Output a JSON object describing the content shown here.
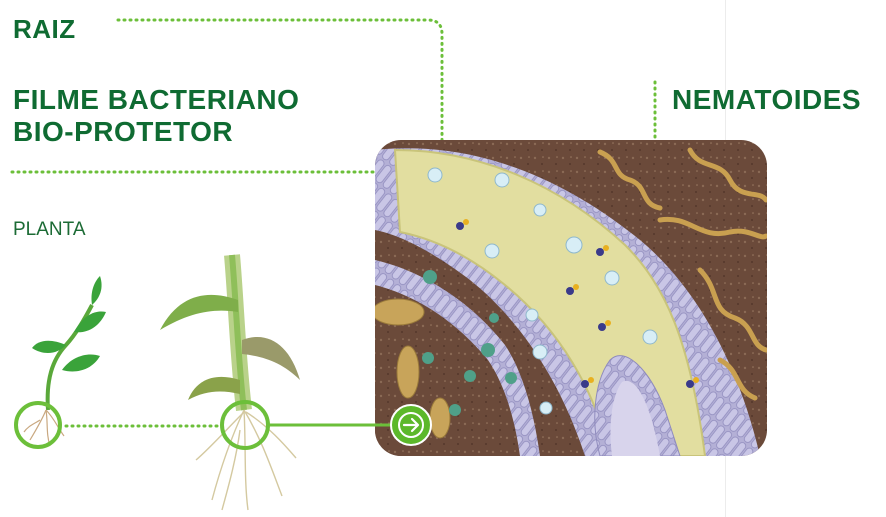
{
  "labels": {
    "raiz": "RAIZ",
    "filme_line1": "FILME BACTERIANO",
    "filme_line2": "BIO-PROTETOR",
    "nematoides": "NEMATOIDES",
    "planta": "PLANTA"
  },
  "colors": {
    "title_green": "#0f6b32",
    "accent_green": "#6cbf3a",
    "soil_brown": "#6b4a3a",
    "root_cells": "#b9b5d8",
    "root_core": "#e4e0a0"
  },
  "icons": [
    "zoom-arrow-icon"
  ]
}
